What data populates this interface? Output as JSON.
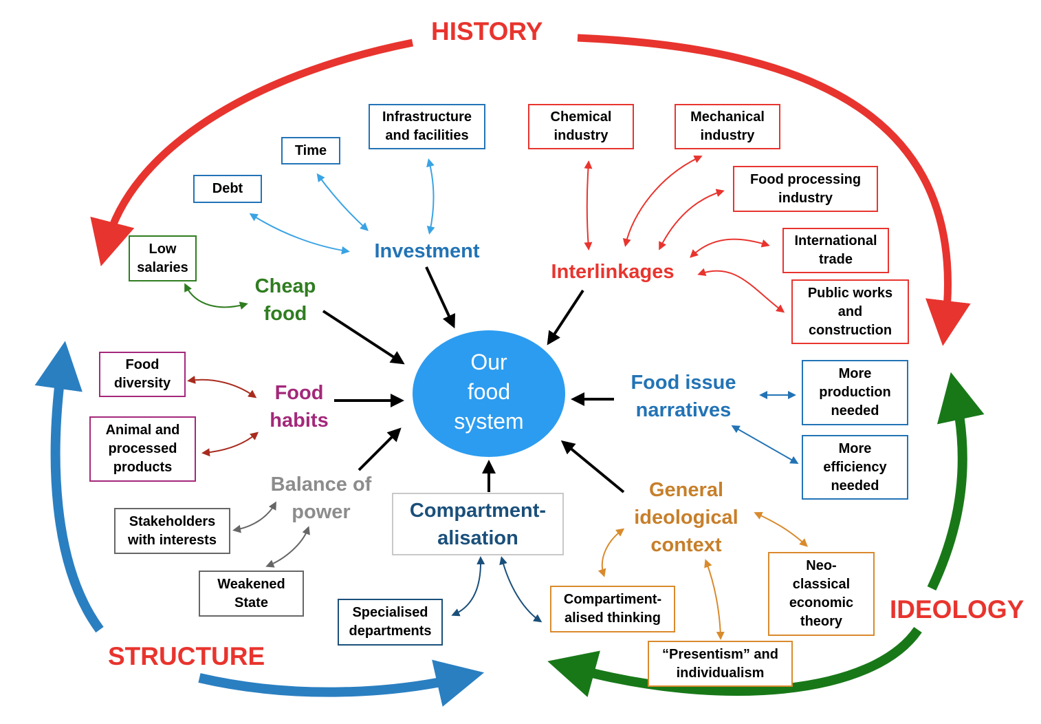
{
  "colors": {
    "red": "#e8342e",
    "blue_big": "#2a7fc1",
    "green_big": "#187818",
    "center_fill": "#2c9cf0",
    "light_blue": "#3aa3e3",
    "blue": "#2273b5",
    "green": "#2f7d20",
    "purple": "#a3287a",
    "dark_red": "#a82b1e",
    "gray": "#8c8c8c",
    "dark_gray": "#666666",
    "navy": "#1a4f7a",
    "orange": "#d98a2c",
    "black": "#000000"
  },
  "forces": {
    "history": "HISTORY",
    "structure": "STRUCTURE",
    "ideology": "IDEOLOGY"
  },
  "center": {
    "label": "Our\nfood\nsystem"
  },
  "hubs": {
    "investment": "Investment",
    "interlinkages": "Interlinkages",
    "cheap_food": "Cheap\nfood",
    "food_habits": "Food\nhabits",
    "food_issue_narratives": "Food issue\nnarratives",
    "balance_of_power": "Balance of\npower",
    "general_ideological_context": "General\nideological\ncontext"
  },
  "boxes": {
    "compartmentalisation": "Compartment-\nalisation",
    "infrastructure": "Infrastructure\nand facilities",
    "time": "Time",
    "debt": "Debt",
    "chemical_industry": "Chemical\nindustry",
    "mechanical_industry": "Mechanical\nindustry",
    "food_processing_industry": "Food processing\nindustry",
    "international_trade": "International\ntrade",
    "public_works": "Public works\nand\nconstruction",
    "low_salaries": "Low\nsalaries",
    "food_diversity": "Food\ndiversity",
    "animal_processed": "Animal and\nprocessed\nproducts",
    "more_production": "More\nproduction\nneeded",
    "more_efficiency": "More\nefficiency\nneeded",
    "stakeholders": "Stakeholders\nwith interests",
    "weakened_state": "Weakened\nState",
    "specialised_departments": "Specialised\ndepartments",
    "compartimentalised_thinking": "Compartiment-\nalised thinking",
    "presentism": "“Presentism” and\nindividualism",
    "neoclassical": "Neo-\nclassical\neconomic\ntheory"
  }
}
